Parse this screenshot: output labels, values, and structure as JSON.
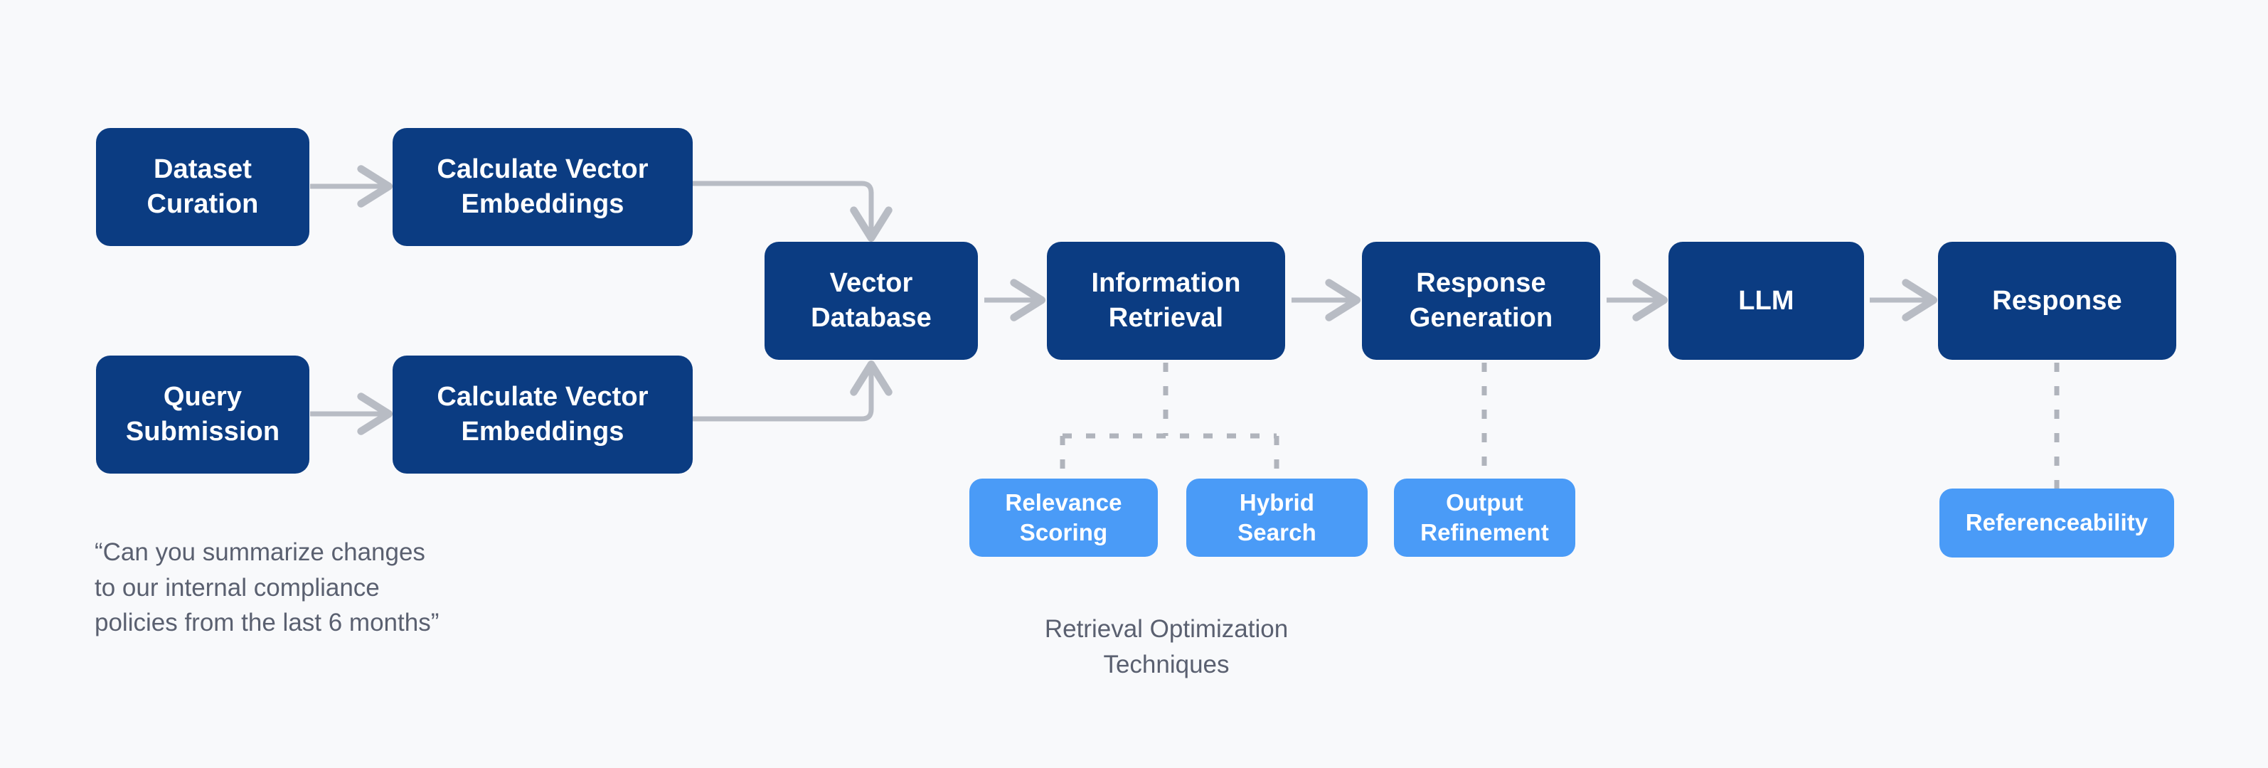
{
  "diagram": {
    "title": "RAG pipeline flow diagram",
    "background_color": "#F8F9FB",
    "colors": {
      "primary_node": "#0B3C82",
      "secondary_node": "#4A9BF7",
      "connector": "#B8BCC4",
      "dashed_connector": "#B0B4BC",
      "caption_text": "#5A6070",
      "node_text": "#FFFFFF"
    }
  },
  "nodes": {
    "dataset_curation": {
      "label": "Dataset\nCuration"
    },
    "calc_embeddings_top": {
      "label": "Calculate Vector\nEmbeddings"
    },
    "query_submission": {
      "label": "Query\nSubmission"
    },
    "calc_embeddings_bottom": {
      "label": "Calculate Vector\nEmbeddings"
    },
    "vector_database": {
      "label": "Vector\nDatabase"
    },
    "information_retrieval": {
      "label": "Information\nRetrieval"
    },
    "response_generation": {
      "label": "Response\nGeneration"
    },
    "llm": {
      "label": "LLM"
    },
    "response": {
      "label": "Response"
    },
    "relevance_scoring": {
      "label": "Relevance\nScoring"
    },
    "hybrid_search": {
      "label": "Hybrid\nSearch"
    },
    "output_refinement": {
      "label": "Output\nRefinement"
    },
    "referenceability": {
      "label": "Referenceability"
    }
  },
  "captions": {
    "user_query": "“Can you summarize changes\nto our internal compliance\npolicies from the last 6 months”",
    "retrieval_optimization": "Retrieval Optimization\nTechniques"
  },
  "chart_data": {
    "type": "diagram",
    "title": "RAG pipeline flow diagram",
    "nodes": [
      {
        "id": "dataset_curation",
        "label": "Dataset Curation",
        "style": "primary"
      },
      {
        "id": "calc_embeddings_top",
        "label": "Calculate Vector Embeddings",
        "style": "primary"
      },
      {
        "id": "query_submission",
        "label": "Query Submission",
        "style": "primary"
      },
      {
        "id": "calc_embeddings_bottom",
        "label": "Calculate Vector Embeddings",
        "style": "primary"
      },
      {
        "id": "vector_database",
        "label": "Vector Database",
        "style": "primary"
      },
      {
        "id": "information_retrieval",
        "label": "Information Retrieval",
        "style": "primary"
      },
      {
        "id": "response_generation",
        "label": "Response Generation",
        "style": "primary"
      },
      {
        "id": "llm",
        "label": "LLM",
        "style": "primary"
      },
      {
        "id": "response",
        "label": "Response",
        "style": "primary"
      },
      {
        "id": "relevance_scoring",
        "label": "Relevance Scoring",
        "style": "secondary"
      },
      {
        "id": "hybrid_search",
        "label": "Hybrid Search",
        "style": "secondary"
      },
      {
        "id": "output_refinement",
        "label": "Output Refinement",
        "style": "secondary"
      },
      {
        "id": "referenceability",
        "label": "Referenceability",
        "style": "secondary"
      }
    ],
    "edges": [
      {
        "from": "dataset_curation",
        "to": "calc_embeddings_top",
        "style": "solid-arrow"
      },
      {
        "from": "calc_embeddings_top",
        "to": "vector_database",
        "style": "solid-arrow-elbow"
      },
      {
        "from": "query_submission",
        "to": "calc_embeddings_bottom",
        "style": "solid-arrow"
      },
      {
        "from": "calc_embeddings_bottom",
        "to": "vector_database",
        "style": "solid-arrow-elbow"
      },
      {
        "from": "vector_database",
        "to": "information_retrieval",
        "style": "solid-arrow"
      },
      {
        "from": "information_retrieval",
        "to": "response_generation",
        "style": "solid-arrow"
      },
      {
        "from": "response_generation",
        "to": "llm",
        "style": "solid-arrow"
      },
      {
        "from": "llm",
        "to": "response",
        "style": "solid-arrow"
      },
      {
        "from": "information_retrieval",
        "to": "relevance_scoring",
        "style": "dashed"
      },
      {
        "from": "information_retrieval",
        "to": "hybrid_search",
        "style": "dashed"
      },
      {
        "from": "response_generation",
        "to": "output_refinement",
        "style": "dashed"
      },
      {
        "from": "response",
        "to": "referenceability",
        "style": "dashed"
      }
    ],
    "annotations": [
      {
        "id": "user_query",
        "text": "“Can you summarize changes to our internal compliance policies from the last 6 months”"
      },
      {
        "id": "retrieval_optimization",
        "text": "Retrieval Optimization Techniques"
      }
    ]
  }
}
